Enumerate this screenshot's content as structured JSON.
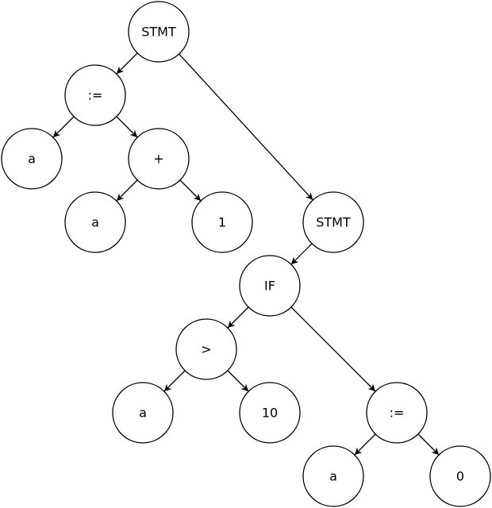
{
  "colors": {
    "stroke": "#000000",
    "fill": "#ffffff",
    "text": "#000000"
  },
  "nodes": [
    {
      "id": "stmt1",
      "label": "STMT"
    },
    {
      "id": "assign1",
      "label": ":="
    },
    {
      "id": "a1",
      "label": "a"
    },
    {
      "id": "plus",
      "label": "+"
    },
    {
      "id": "a2",
      "label": "a"
    },
    {
      "id": "one",
      "label": "1"
    },
    {
      "id": "stmt2",
      "label": "STMT"
    },
    {
      "id": "if",
      "label": "IF"
    },
    {
      "id": "gt",
      "label": ">"
    },
    {
      "id": "a3",
      "label": "a"
    },
    {
      "id": "ten",
      "label": "10"
    },
    {
      "id": "assign2",
      "label": ":="
    },
    {
      "id": "a4",
      "label": "a"
    },
    {
      "id": "zero",
      "label": "0"
    }
  ],
  "edges": [
    {
      "from": "stmt1",
      "to": "assign1"
    },
    {
      "from": "stmt1",
      "to": "stmt2"
    },
    {
      "from": "assign1",
      "to": "a1"
    },
    {
      "from": "assign1",
      "to": "plus"
    },
    {
      "from": "plus",
      "to": "a2"
    },
    {
      "from": "plus",
      "to": "one"
    },
    {
      "from": "stmt2",
      "to": "if"
    },
    {
      "from": "if",
      "to": "gt"
    },
    {
      "from": "if",
      "to": "assign2"
    },
    {
      "from": "gt",
      "to": "a3"
    },
    {
      "from": "gt",
      "to": "ten"
    },
    {
      "from": "assign2",
      "to": "a4"
    },
    {
      "from": "assign2",
      "to": "zero"
    }
  ]
}
